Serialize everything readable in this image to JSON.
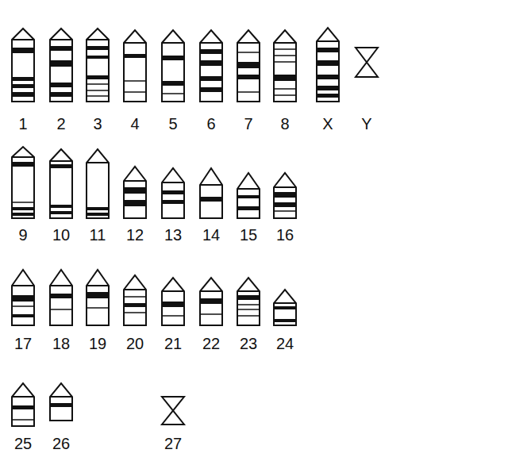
{
  "diagram": {
    "labels": [
      "1",
      "2",
      "3",
      "4",
      "5",
      "6",
      "7",
      "8",
      "X",
      "Y",
      "9",
      "10",
      "11",
      "12",
      "13",
      "14",
      "15",
      "16",
      "17",
      "18",
      "19",
      "20",
      "21",
      "22",
      "23",
      "24",
      "25",
      "26",
      "27"
    ]
  }
}
